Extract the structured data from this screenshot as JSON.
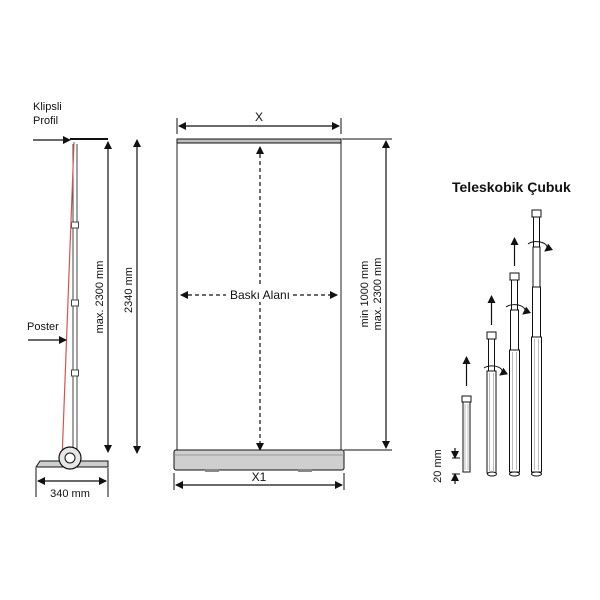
{
  "side_view": {
    "clip_profile_label_1": "Klipsli",
    "clip_profile_label_2": "Profil",
    "poster_label": "Poster",
    "pole_height_label": "max. 2300 mm",
    "total_height_label": "2340 mm",
    "base_depth_label": "340 mm"
  },
  "front_view": {
    "top_width_label": "X",
    "print_area_label": "Baskı Alanı",
    "bottom_width_label": "X1",
    "height_range_label_1": "min 1000 mm",
    "height_range_label_2": "max. 2300 mm"
  },
  "telescopic_pole": {
    "title": "Teleskobik Çubuk",
    "section_length_label": "20 mm"
  },
  "colors": {
    "line": "#111111",
    "poster_line": "#d9534f",
    "guide_line": "#9a9a9a",
    "cassette_fill": "#cfcfcf"
  }
}
